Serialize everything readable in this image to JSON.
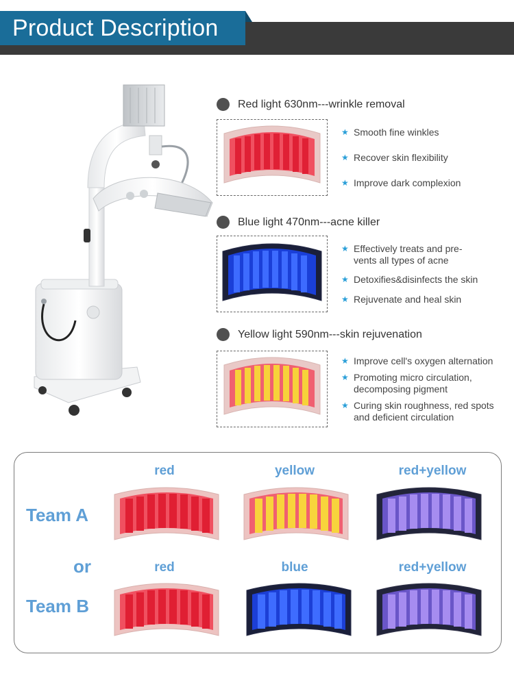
{
  "header": {
    "title": "Product Description"
  },
  "sections": [
    {
      "title": "Red light 630nm---wrinkle removal",
      "bullets": [
        "Smooth fine winkles",
        "Recover skin flexibility",
        "Improve dark complexion"
      ]
    },
    {
      "title": "Blue light 470nm---acne killer",
      "bullets": [
        "Effectively treats and pre-\nvents all types of acne",
        "Detoxifies&disinfects the skin",
        "Rejuvenate and heal skin"
      ]
    },
    {
      "title": "Yellow light 590nm---skin rejuvenation",
      "bullets": [
        "Improve cell's oxygen alternation",
        "Promoting micro circulation,\ndecomposing pigment",
        "Curing skin roughness, red spots\nand deficient circulation"
      ]
    }
  ],
  "teams": {
    "team_a": "Team A",
    "or": "or",
    "team_b": "Team B",
    "row_a": [
      "red",
      "yellow",
      "red+yellow"
    ],
    "row_b": [
      "red",
      "blue",
      "red+yellow"
    ]
  },
  "colors": {
    "accent_blue": "#5f9fd6",
    "header_tab": "#1a6d99",
    "header_band": "#3a3a3a",
    "star": "#2a9fd8"
  },
  "icons": {
    "bullet": "star-icon",
    "section": "dot-icon"
  }
}
